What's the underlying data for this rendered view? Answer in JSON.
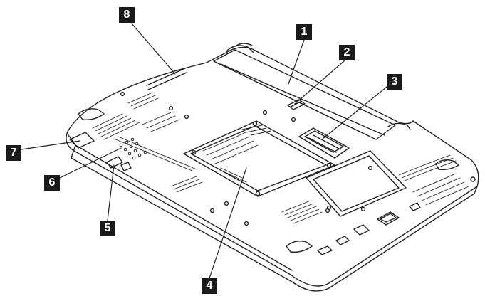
{
  "callouts": [
    {
      "label": "1"
    },
    {
      "label": "2"
    },
    {
      "label": "3"
    },
    {
      "label": "4"
    },
    {
      "label": "5"
    },
    {
      "label": "6"
    },
    {
      "label": "7"
    },
    {
      "label": "8"
    }
  ],
  "colors": {
    "line": "#222222",
    "callout_bg": "#1a1a1a",
    "callout_text": "#ffffff",
    "background": "#ffffff"
  }
}
